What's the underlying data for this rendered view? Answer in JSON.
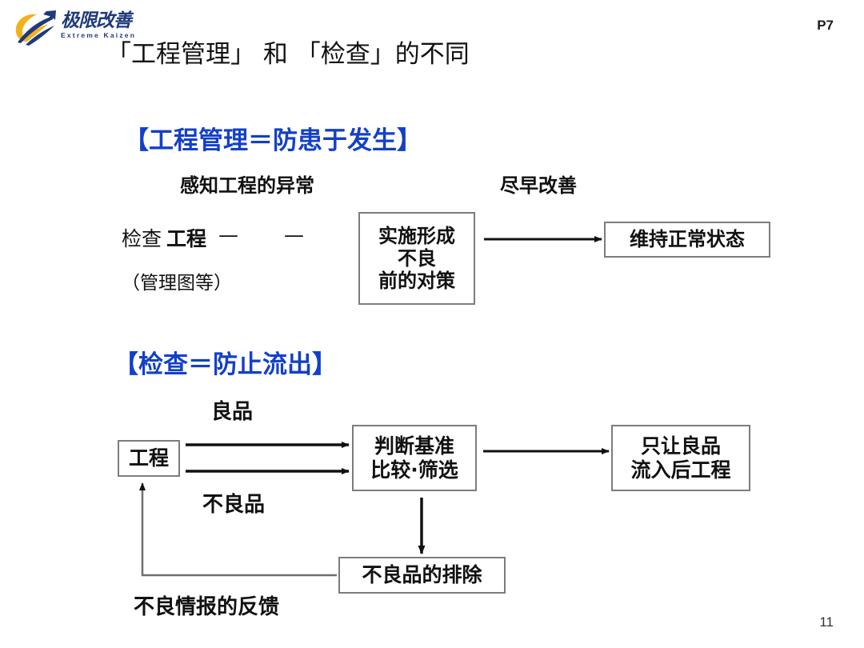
{
  "logo": {
    "cn_text": "极限改善",
    "en_text": "Extreme Kaizen",
    "mark_name": "kaizen-swoosh-logo",
    "colors": {
      "navy": "#1F3A7A",
      "gold": "#F2B21C"
    }
  },
  "header": {
    "page_tag": "P7",
    "title": "「工程管理」 和 「检查」的不同"
  },
  "colors": {
    "heading_blue": "#1340C8",
    "box_border": "#7c7c7c",
    "text": "#111111"
  },
  "section1": {
    "heading": "【工程管理＝防患于发生】",
    "label_sense": "感知工程的异常",
    "label_improve": "尽早改善",
    "left_line1_light": "检查",
    "left_line1_bold": "工程",
    "left_dash1": "—",
    "left_dash2": "—",
    "left_line2": "（管理图等）",
    "box_measure": {
      "line1": "实施形成",
      "line2": "不良",
      "line3": "前的对策"
    },
    "box_result": {
      "line1": "维持正常状态"
    }
  },
  "section2": {
    "heading": "【检查＝防止流出】",
    "label_good": "良品",
    "label_defect": "不良品",
    "label_feedback": "不良情报的反馈",
    "box_process": {
      "line1": "工程"
    },
    "box_criteria": {
      "line1": "判断基准",
      "line2": "比较·筛选"
    },
    "box_pass": {
      "line1": "只让良品",
      "line2": "流入后工程"
    },
    "box_reject": {
      "line1": "不良品的排除"
    }
  },
  "footer": {
    "page_number": "11"
  }
}
